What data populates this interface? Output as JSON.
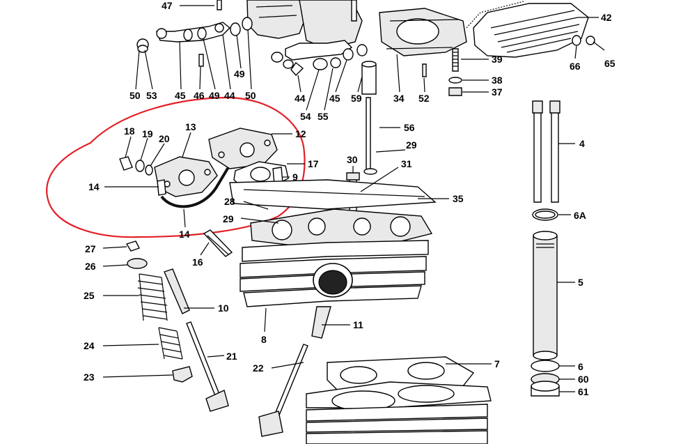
{
  "labels": [
    {
      "id": "l47",
      "text": "47"
    },
    {
      "id": "l50a",
      "text": "50"
    },
    {
      "id": "l53",
      "text": "53"
    },
    {
      "id": "l45a",
      "text": "45"
    },
    {
      "id": "l46",
      "text": "46"
    },
    {
      "id": "l49a",
      "text": "49"
    },
    {
      "id": "l44a",
      "text": "44"
    },
    {
      "id": "l49b",
      "text": "49"
    },
    {
      "id": "l50b",
      "text": "50"
    },
    {
      "id": "l44b",
      "text": "44"
    },
    {
      "id": "l54",
      "text": "54"
    },
    {
      "id": "l55",
      "text": "55"
    },
    {
      "id": "l45b",
      "text": "45"
    },
    {
      "id": "l59",
      "text": "59"
    },
    {
      "id": "l34",
      "text": "34"
    },
    {
      "id": "l52",
      "text": "52"
    },
    {
      "id": "l39",
      "text": "39"
    },
    {
      "id": "l38",
      "text": "38"
    },
    {
      "id": "l37",
      "text": "37"
    },
    {
      "id": "l42",
      "text": "42"
    },
    {
      "id": "l66",
      "text": "66"
    },
    {
      "id": "l65",
      "text": "65"
    },
    {
      "id": "l13",
      "text": "13"
    },
    {
      "id": "l12",
      "text": "12"
    },
    {
      "id": "l18",
      "text": "18"
    },
    {
      "id": "l19",
      "text": "19"
    },
    {
      "id": "l20",
      "text": "20"
    },
    {
      "id": "l17",
      "text": "17"
    },
    {
      "id": "l9",
      "text": "9"
    },
    {
      "id": "l14a",
      "text": "14"
    },
    {
      "id": "l14b",
      "text": "14"
    },
    {
      "id": "l56",
      "text": "56"
    },
    {
      "id": "l29a",
      "text": "29"
    },
    {
      "id": "l30",
      "text": "30"
    },
    {
      "id": "l31",
      "text": "31"
    },
    {
      "id": "l35",
      "text": "35"
    },
    {
      "id": "l28",
      "text": "28"
    },
    {
      "id": "l29b",
      "text": "29"
    },
    {
      "id": "l4",
      "text": "4"
    },
    {
      "id": "l6A",
      "text": "6A"
    },
    {
      "id": "l5",
      "text": "5"
    },
    {
      "id": "l6",
      "text": "6"
    },
    {
      "id": "l60",
      "text": "60"
    },
    {
      "id": "l61",
      "text": "61"
    },
    {
      "id": "l27",
      "text": "27"
    },
    {
      "id": "l26",
      "text": "26"
    },
    {
      "id": "l25",
      "text": "25"
    },
    {
      "id": "l24",
      "text": "24"
    },
    {
      "id": "l23",
      "text": "23"
    },
    {
      "id": "l16",
      "text": "16"
    },
    {
      "id": "l10",
      "text": "10"
    },
    {
      "id": "l11",
      "text": "11"
    },
    {
      "id": "l8",
      "text": "8"
    },
    {
      "id": "l21",
      "text": "21"
    },
    {
      "id": "l22",
      "text": "22"
    },
    {
      "id": "l7",
      "text": "7"
    }
  ],
  "colors": {
    "highlight": "#e41e26",
    "ink": "#000000",
    "background": "#ffffff"
  }
}
